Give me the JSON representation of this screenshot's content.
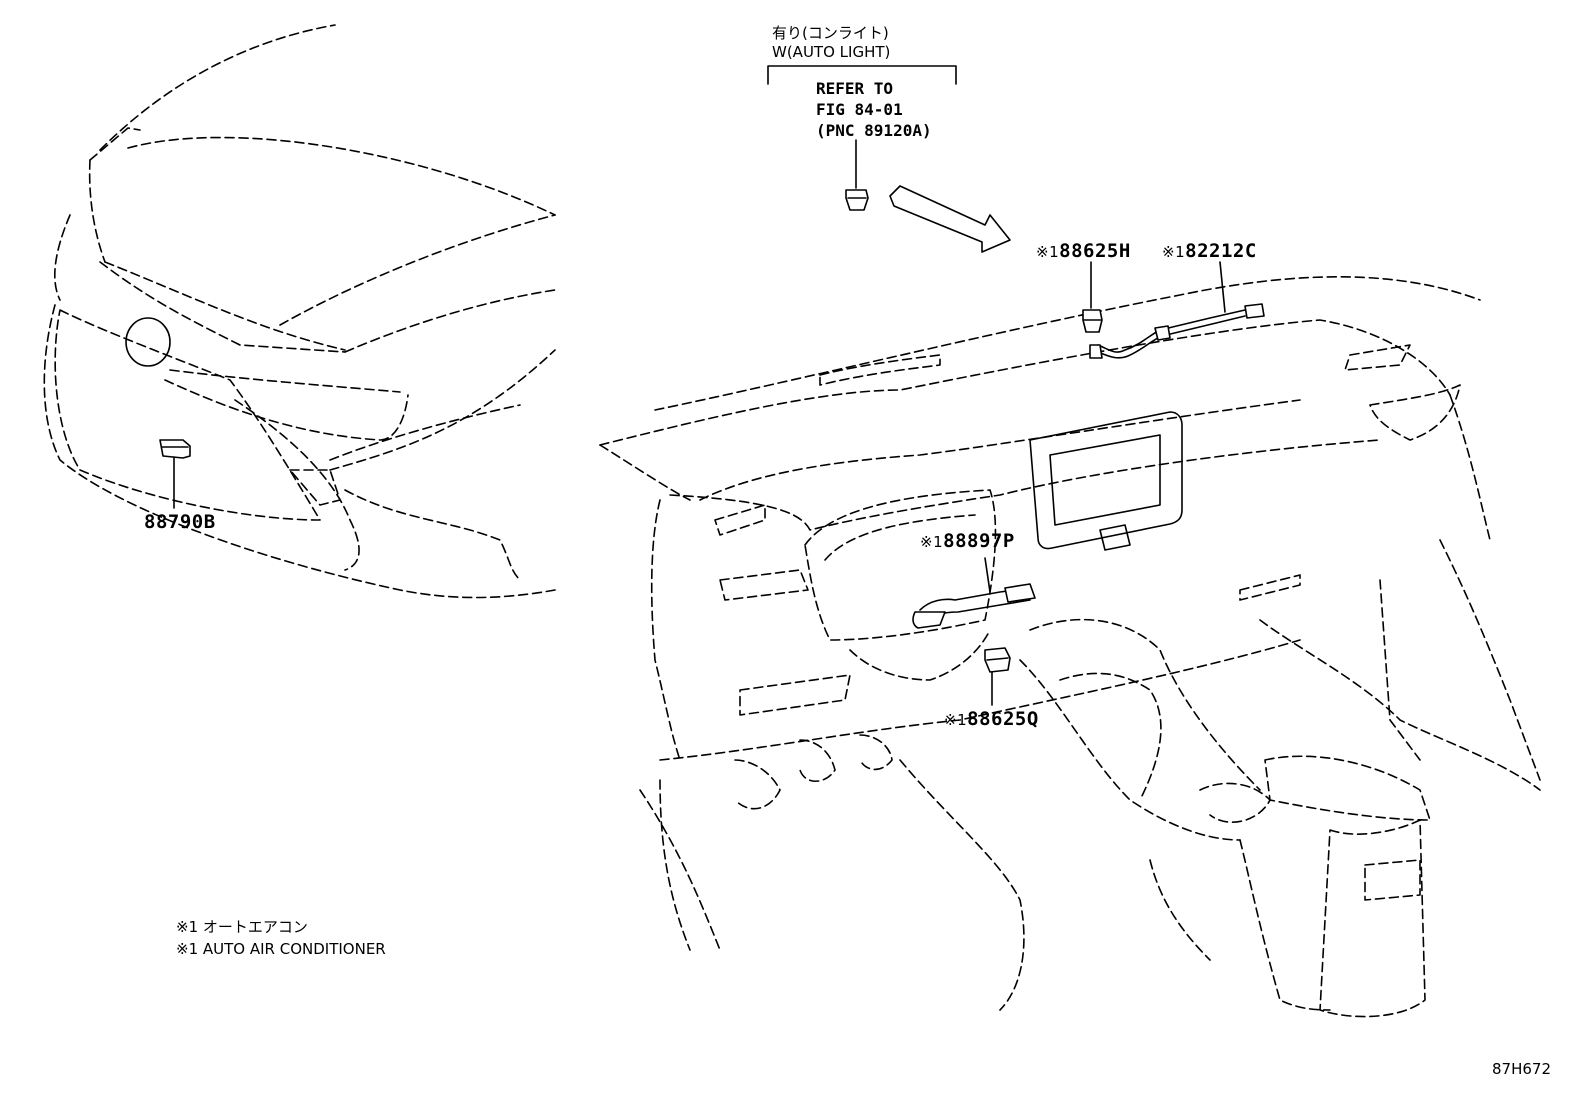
{
  "ref_header": {
    "jp": "有り(コンライト)",
    "en": "W(AUTO LIGHT)",
    "line1": "REFER TO",
    "line2": "FIG 84-01",
    "line3": "(PNC 89120A)"
  },
  "parts": [
    {
      "mark": "",
      "number": "88790B"
    },
    {
      "mark": "※1",
      "number": "88625H"
    },
    {
      "mark": "※1",
      "number": "82212C"
    },
    {
      "mark": "※1",
      "number": "88897P"
    },
    {
      "mark": "※1",
      "number": "88625Q"
    }
  ],
  "notes": {
    "jp": "※1 オートエアコン",
    "en": "※1 AUTO AIR CONDITIONER"
  },
  "illustration_code": "87H672"
}
